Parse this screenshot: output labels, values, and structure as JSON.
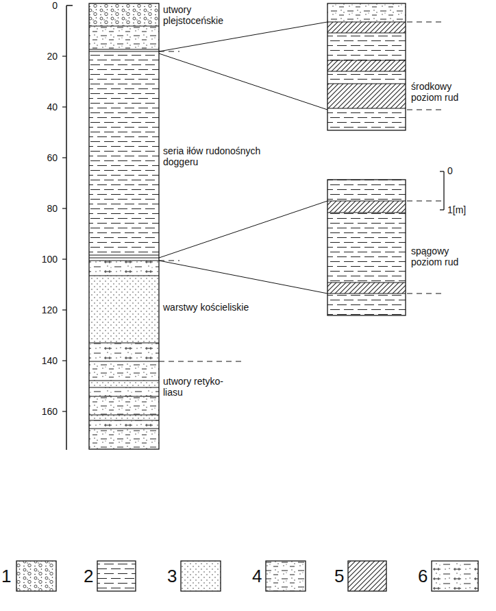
{
  "diagram": {
    "labels": [
      "0",
      "20",
      "40",
      "60",
      "80",
      "100",
      "120",
      "140",
      "160",
      "utwory plejstoceńskie",
      "seria iłów rudonośnych doggeru",
      "warstwy kościeliskie",
      "utwory retyko-liasu",
      "środkowy poziom rud",
      "spągowy poziom rud",
      "0",
      "1[m]"
    ],
    "legend": [
      {
        "text": "1"
      },
      {
        "text": "2"
      },
      {
        "text": "3"
      },
      {
        "text": "4"
      },
      {
        "text": "5"
      },
      {
        "text": "6"
      }
    ]
  }
}
